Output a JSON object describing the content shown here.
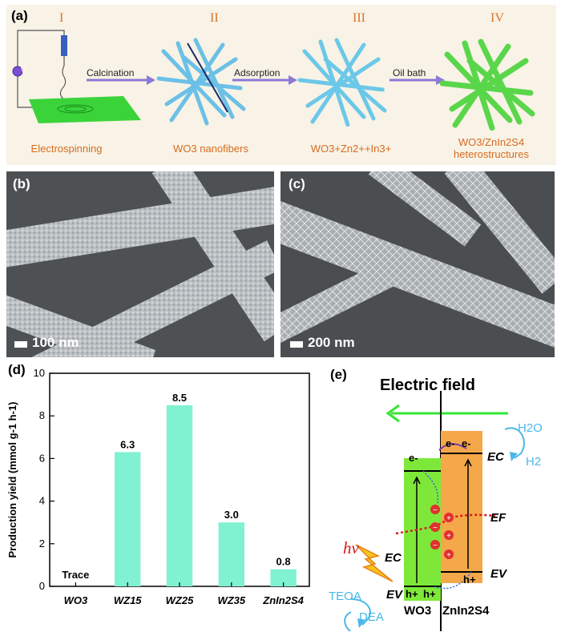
{
  "panel_a": {
    "label": "(a)",
    "steps": [
      {
        "roman": "I",
        "label": "Electrospinning"
      },
      {
        "roman": "II",
        "label": "WO3 nanofibers"
      },
      {
        "roman": "III",
        "label": "WO3+Zn2++In3+"
      },
      {
        "roman": "IV",
        "label": "WO3/ZnIn2S4 heterostructures"
      }
    ],
    "arrows": [
      "Calcination",
      "Adsorption",
      "Oil bath"
    ],
    "voltage_symbol": "V"
  },
  "panel_b": {
    "label": "(b)",
    "scale": "100 nm"
  },
  "panel_c": {
    "label": "(c)",
    "scale": "200 nm"
  },
  "panel_d": {
    "label": "(d)"
  },
  "chart_data": {
    "type": "bar",
    "categories": [
      "WO3",
      "WZ15",
      "WZ25",
      "WZ35",
      "ZnIn2S4"
    ],
    "values": [
      0,
      6.3,
      8.5,
      3.0,
      0.8
    ],
    "data_labels": [
      "Trace",
      "6.3",
      "8.5",
      "3.0",
      "0.8"
    ],
    "ylabel": "Production yield (mmol g-1 h-1)",
    "ylim": [
      0,
      10
    ],
    "yticks": [
      0,
      2,
      4,
      6,
      8,
      10
    ],
    "bar_color": "#80f2d2"
  },
  "panel_e": {
    "label": "(e)",
    "title": "Electric field",
    "hv": "hν",
    "ec": "EC",
    "ev": "EV",
    "ef": "EF",
    "electron": "e-",
    "hole": "h+",
    "h2o": "H2O",
    "h2": "H2",
    "teoa": "TEOA",
    "dea": "DEA",
    "wo3": "WO3",
    "znin2s4": "ZnIn2S4",
    "colors": {
      "wo3": "#7ee83a",
      "znin2s4": "#f5a84a",
      "arrow": "#35e635",
      "cyan": "#4ab8e8"
    }
  }
}
